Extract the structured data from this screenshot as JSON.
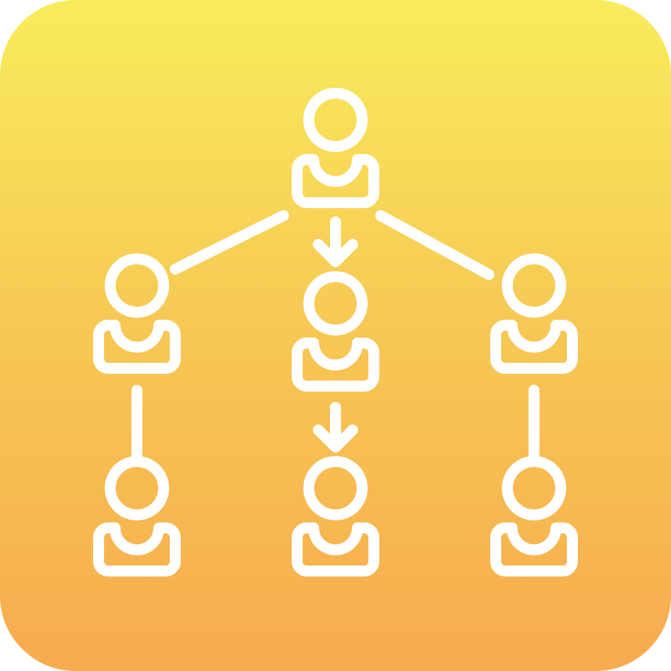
{
  "icon": {
    "name": "organization-hierarchy-icon",
    "colors": {
      "gradient_top": "#f8ec5c",
      "gradient_middle": "#f7c753",
      "gradient_bottom": "#f7ab4f",
      "line": "#ffffff"
    },
    "people": [
      {
        "name": "person-top-icon",
        "level": 0,
        "column": "center"
      },
      {
        "name": "person-left-middle-icon",
        "level": 1,
        "column": "left"
      },
      {
        "name": "person-center-middle-icon",
        "level": 1,
        "column": "center"
      },
      {
        "name": "person-right-middle-icon",
        "level": 1,
        "column": "right"
      },
      {
        "name": "person-left-bottom-icon",
        "level": 2,
        "column": "left"
      },
      {
        "name": "person-center-bottom-icon",
        "level": 2,
        "column": "center"
      },
      {
        "name": "person-right-bottom-icon",
        "level": 2,
        "column": "right"
      }
    ],
    "connectors": [
      {
        "name": "connector-top-to-left",
        "from": "top",
        "to": "left-middle",
        "arrow": false
      },
      {
        "name": "connector-top-to-center",
        "from": "top",
        "to": "center-middle",
        "arrow": true
      },
      {
        "name": "connector-top-to-right",
        "from": "top",
        "to": "right-middle",
        "arrow": false
      },
      {
        "name": "connector-left-to-bottom",
        "from": "left-middle",
        "to": "left-bottom",
        "arrow": false
      },
      {
        "name": "connector-center-to-bottom",
        "from": "center-middle",
        "to": "center-bottom",
        "arrow": true
      },
      {
        "name": "connector-right-to-bottom",
        "from": "right-middle",
        "to": "right-bottom",
        "arrow": false
      }
    ]
  }
}
